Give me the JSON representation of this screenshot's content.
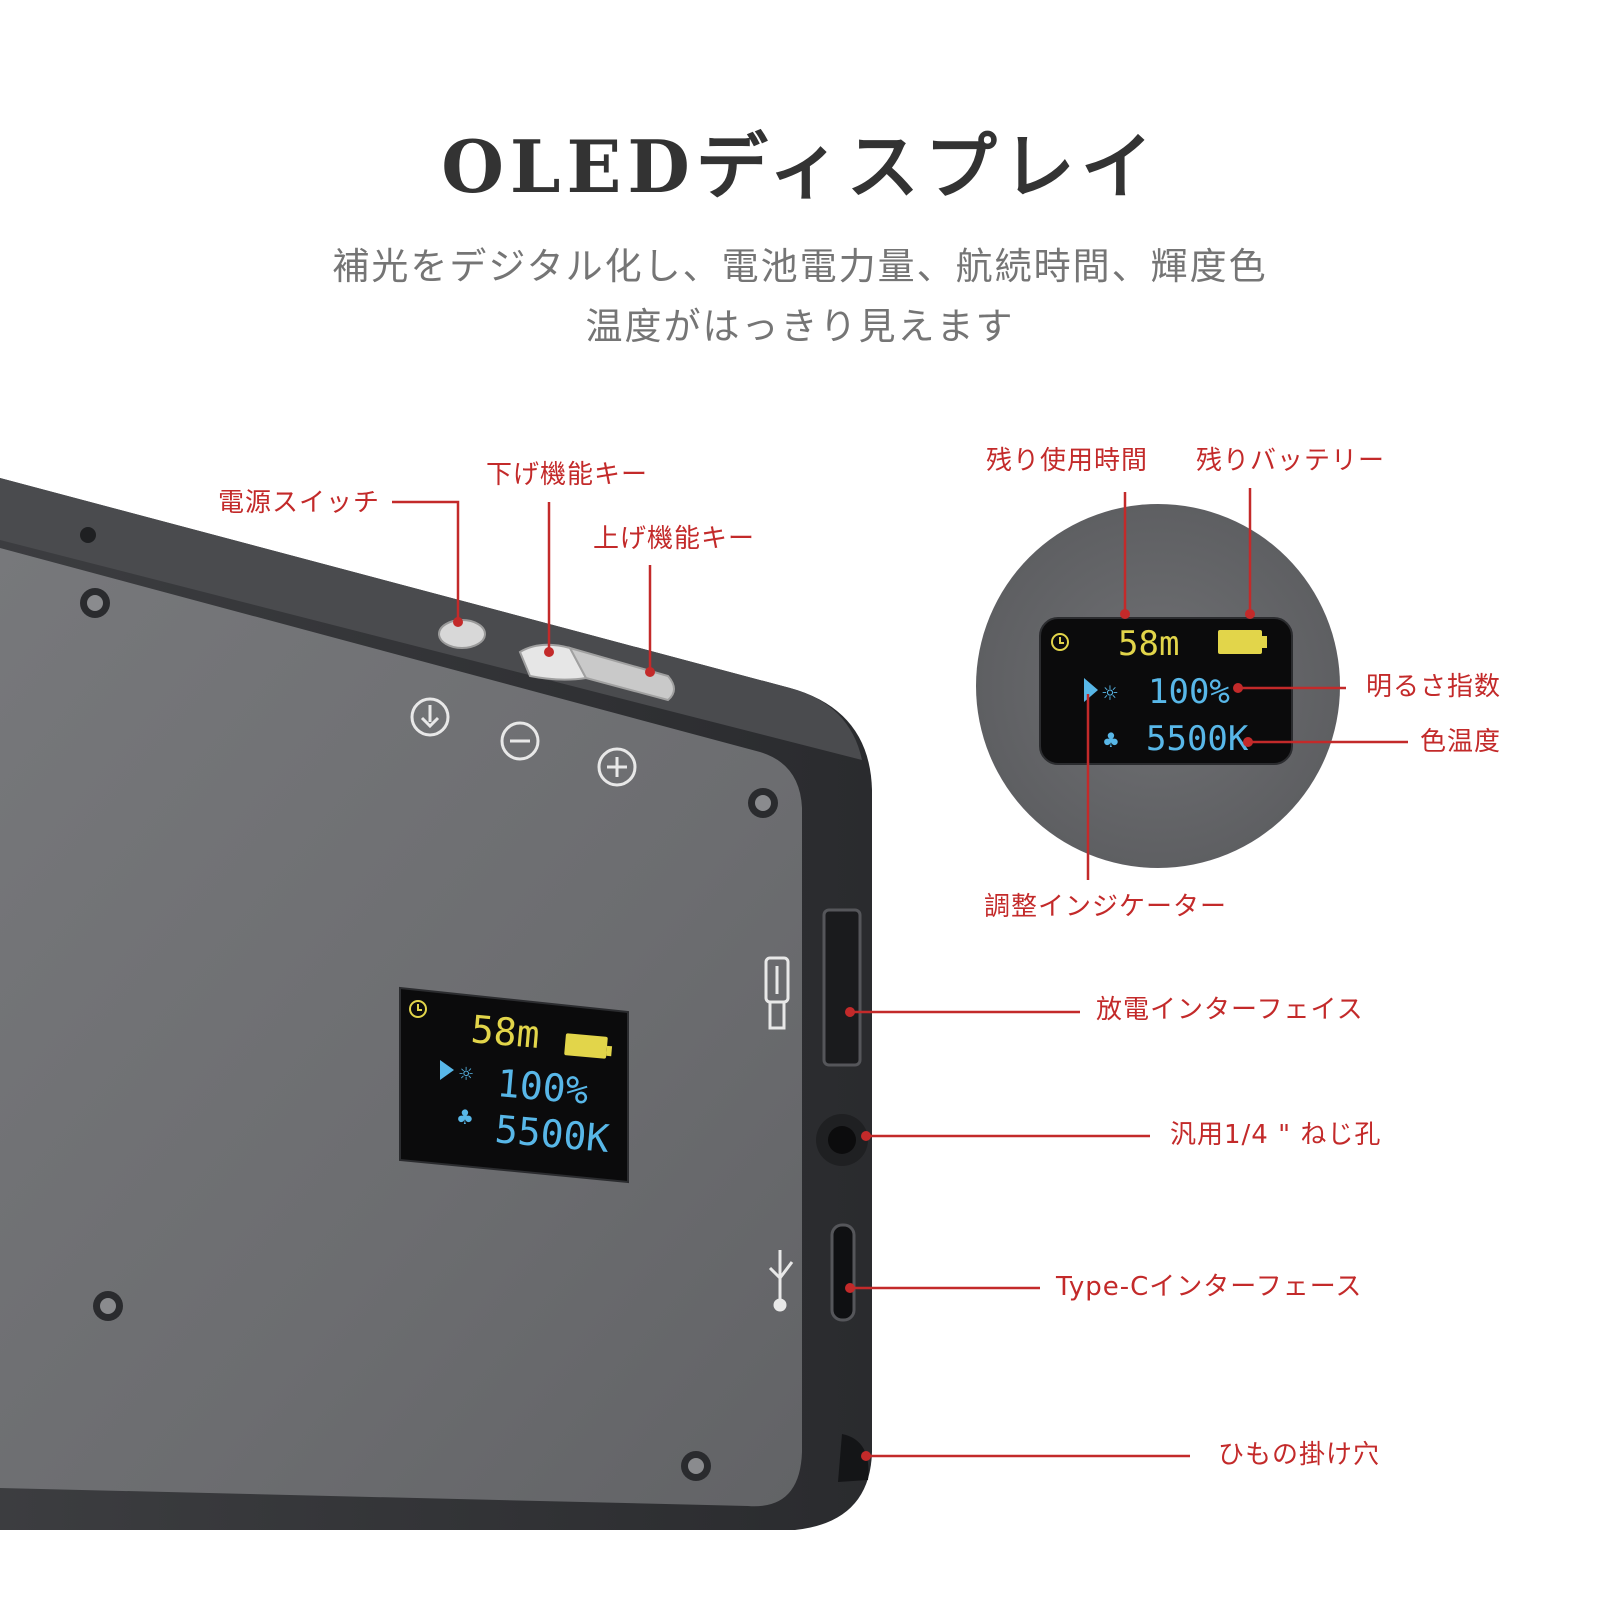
{
  "title": "OLEDディスプレイ",
  "subtitle_line1": "補光をデジタル化し、電池電力量、航続時間、輝度色",
  "subtitle_line2": "温度がはっきり見えます",
  "labels": {
    "power_switch": "電源スイッチ",
    "down_key": "下げ機能キー",
    "up_key": "上げ機能キー",
    "remaining_time": "残り使用時間",
    "remaining_battery": "残りバッテリー",
    "brightness_index": "明るさ指数",
    "color_temperature": "色温度",
    "adjust_indicator": "調整インジケーター",
    "discharge_interface": "放電インターフェイス",
    "screw_hole": "汎用1/4 \" ねじ孔",
    "typec_interface": "Type-Cインターフェース",
    "strap_hole": "ひもの掛け穴"
  },
  "oled": {
    "time": "58m",
    "brightness": "100%",
    "color_temp": "5500K"
  },
  "colors": {
    "accent": "#c32a2a",
    "body": "#6f7073",
    "oled_yellow": "#e2d54a",
    "oled_blue": "#58b7e8"
  }
}
